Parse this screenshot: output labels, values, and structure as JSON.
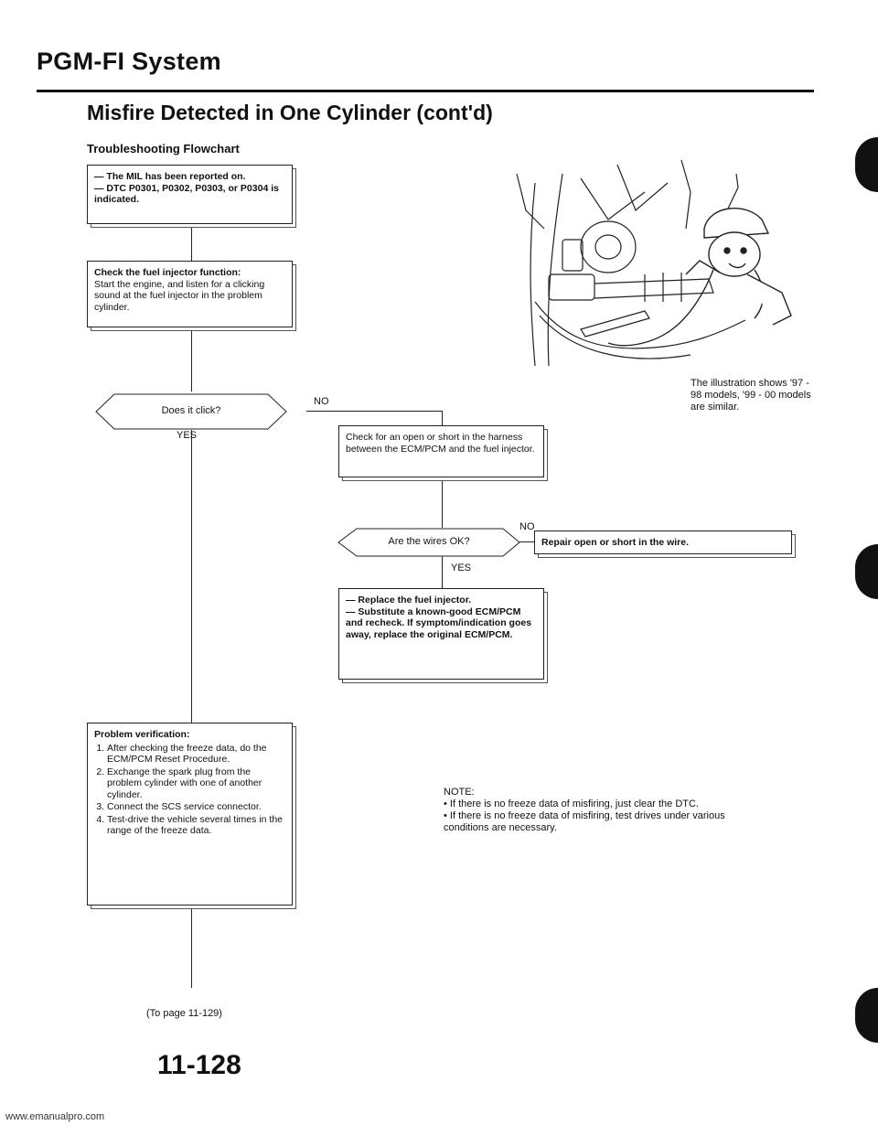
{
  "header": {
    "title": "PGM-FI System",
    "section": "Misfire Detected in One Cylinder (cont'd)",
    "subtitle": "Troubleshooting Flowchart"
  },
  "flow": {
    "start": [
      "The MIL has been reported on.",
      "DTC P0301, P0302, P0303, or P0304 is indicated."
    ],
    "check_injector": {
      "lead": "Check the fuel injector function:",
      "body": "Start the engine, and listen for a clicking sound at the fuel injector in the problem cylinder."
    },
    "decision_click": "Does it click?",
    "check_open_short": "Check for an open or short in the harness between the ECM/PCM and the fuel injector.",
    "decision_wires": "Are the wires OK?",
    "repair": "Repair open or short in the wire.",
    "replace": [
      "Replace the fuel injector.",
      "Substitute a known-good ECM/PCM and recheck. If symptom/indication goes away, replace the original ECM/PCM."
    ],
    "verification": {
      "lead": "Problem verification:",
      "steps": [
        "After checking the freeze data, do the ECM/PCM Reset Procedure.",
        "Exchange the spark plug from the problem cylinder with one of another cylinder.",
        "Connect the SCS service connector.",
        "Test-drive the vehicle several times in the range of the freeze data."
      ]
    },
    "yes": "YES",
    "no": "NO"
  },
  "illustration_caption": "The illustration shows '97 - 98 models, '99 - 00 models are similar.",
  "note": {
    "label": "NOTE:",
    "items": [
      "If there is no freeze data of misfiring, just clear the DTC.",
      "If there is no freeze data of misfiring, test drives under various conditions are necessary."
    ]
  },
  "footer": {
    "page_ref": "(To page 11-129)",
    "page_number": "11-128",
    "watermark": "www.emanualpro.com"
  }
}
